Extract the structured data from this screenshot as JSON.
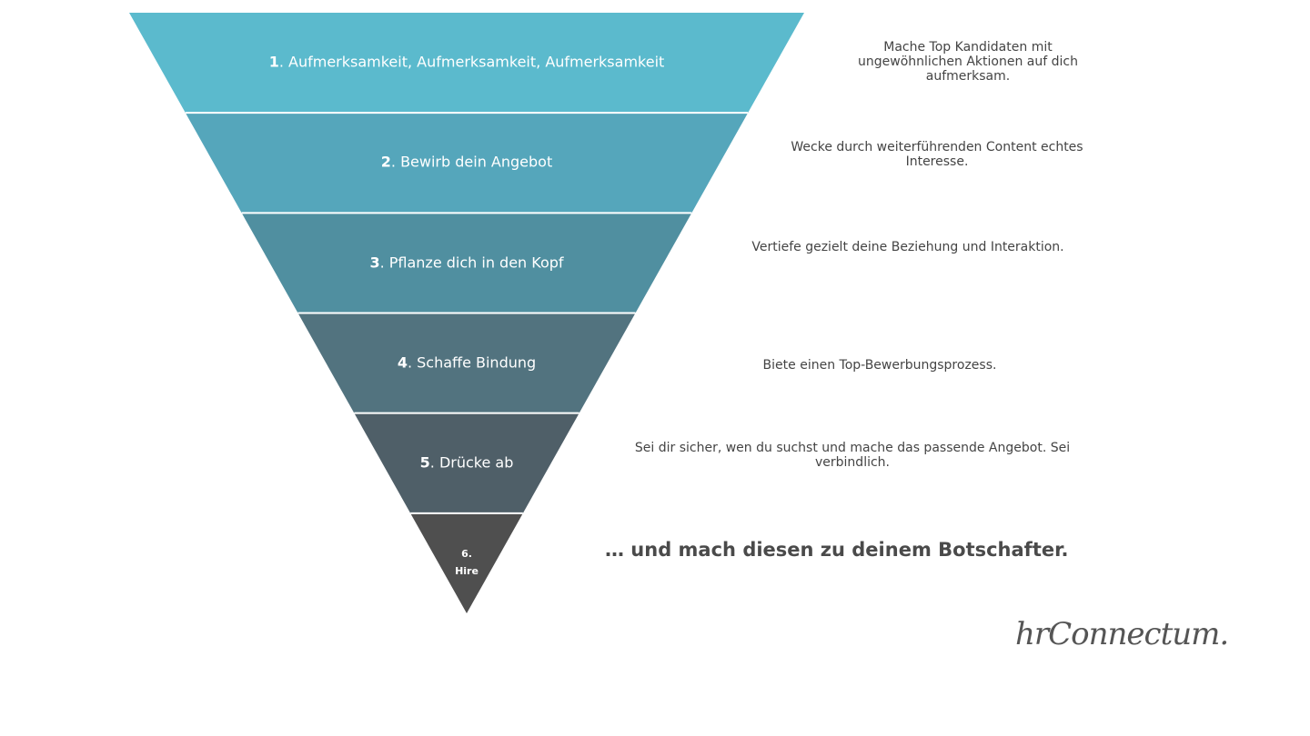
{
  "funnel": {
    "stages": [
      {
        "num": "1",
        "label": ". Aufmerksamkeit, Aufmerksamkeit, Aufmerksamkeit",
        "color": "#5bbacd",
        "description": "Mache Top Kandidaten mit ungewöhnlichen Aktionen auf dich aufmerksam."
      },
      {
        "num": "2",
        "label": ". Bewirb dein Angebot",
        "color": "#55a6bb",
        "description": "Wecke durch weiterführenden Content echtes Interesse."
      },
      {
        "num": "3",
        "label": ". Pflanze dich in den Kopf",
        "color": "#508fa0",
        "description": "Vertiefe gezielt deine Beziehung und Interaktion."
      },
      {
        "num": "4",
        "label": ". Schaffe Bindung",
        "color": "#52737f",
        "description": "Biete einen Top-Bewerbungsprozess."
      },
      {
        "num": "5",
        "label": ". Drücke ab",
        "color": "#4f5f68",
        "description": "Sei dir sicher, wen du suchst und mache das passende Angebot. Sei verbindlich."
      },
      {
        "num": "6.",
        "label": "Hire",
        "color": "#4f4f4f",
        "description": ""
      }
    ],
    "final_text": "… und mach diesen zu deinem Botschafter."
  },
  "logo": "hrConnectum."
}
